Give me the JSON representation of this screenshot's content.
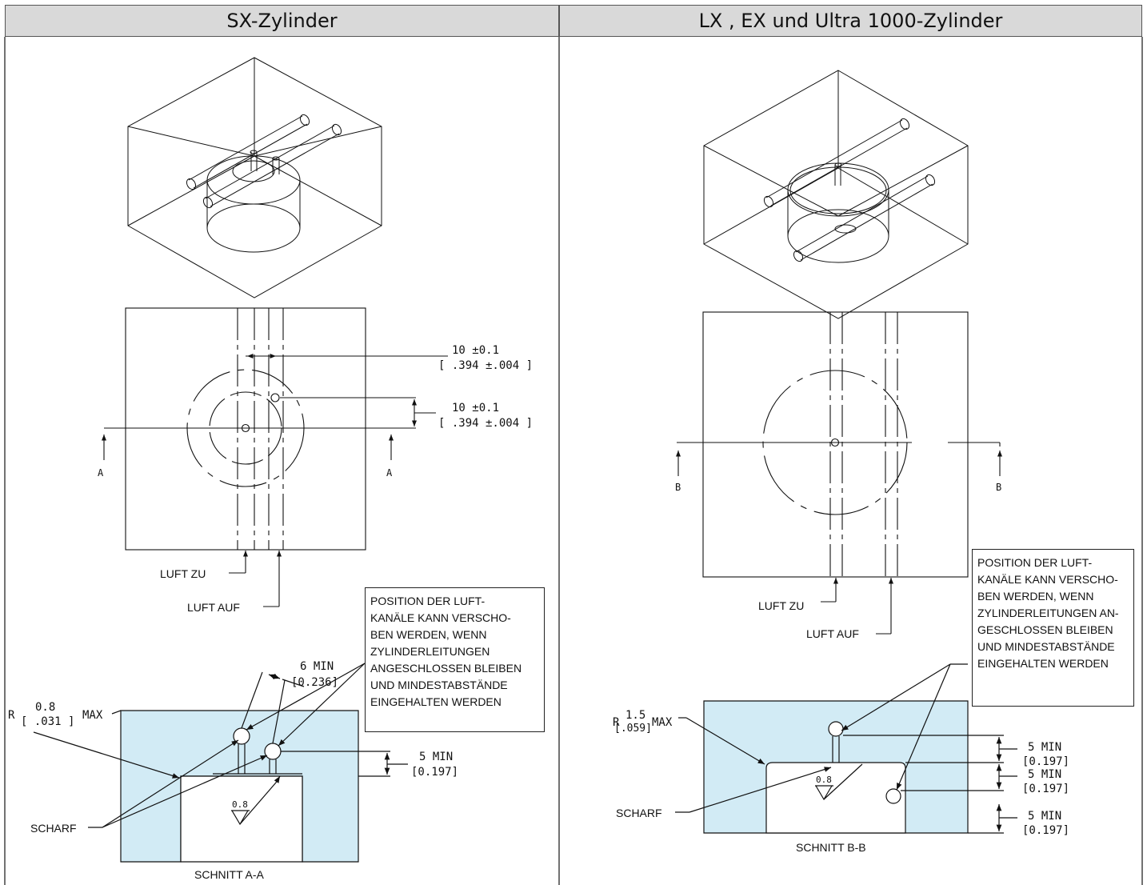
{
  "headers": {
    "left": "SX-Zylinder",
    "right": "LX , EX und Ultra 1000-Zylinder"
  },
  "left": {
    "dim1": {
      "value": "10 ±0.1",
      "inch": "[ .394 ±.004 ]"
    },
    "dim2": {
      "value": "10 ±0.1",
      "inch": "[ .394 ±.004 ]"
    },
    "section_letter": "A",
    "luft_zu": "LUFT ZU",
    "luft_auf": "LUFT AUF",
    "note": "POSITION DER LUFT-\nKANÄLE KANN VERSCHO-\nBEN WERDEN, WENN\nZYLINDERLEITUNGEN\nANGESCHLOSSEN BLEIBEN\nUND MINDESTABSTÄNDE\nEINGEHALTEN WERDEN",
    "dim_6min": "6 MIN",
    "dim_6min_inch": "[0.236]",
    "radius_r": "R",
    "radius_value": "0.8",
    "radius_inch": "[ .031 ]",
    "radius_max": "MAX",
    "dim_5min": "5 MIN",
    "dim_5min_inch": "[0.197]",
    "scharf": "SCHARF",
    "surface": "0.8",
    "section_title": "SCHNITT A-A"
  },
  "right": {
    "section_letter": "B",
    "luft_zu": "LUFT ZU",
    "luft_auf": "LUFT AUF",
    "note": "POSITION DER LUFT-\nKANÄLE KANN VERSCHO-\nBEN WERDEN, WENN\nZYLINDERLEITUNGEN AN-\nGESCHLOSSEN BLEIBEN\nUND MINDESTABSTÄNDE\nEINGEHALTEN WERDEN",
    "radius_r": "R",
    "radius_value": "1.5",
    "radius_inch": "[.059]",
    "radius_max": "MAX",
    "dim_5min_a": "5 MIN",
    "dim_5min_a_inch": "[0.197]",
    "dim_5min_b": "5 MIN",
    "dim_5min_b_inch": "[0.197]",
    "dim_5min_c": "5 MIN",
    "dim_5min_c_inch": "[0.197]",
    "scharf": "SCHARF",
    "surface": "0.8",
    "section_title": "SCHNITT B-B"
  },
  "colors": {
    "section_fill": "#d2ebf5",
    "line": "#111111",
    "header_bg": "#d9d9d9"
  }
}
